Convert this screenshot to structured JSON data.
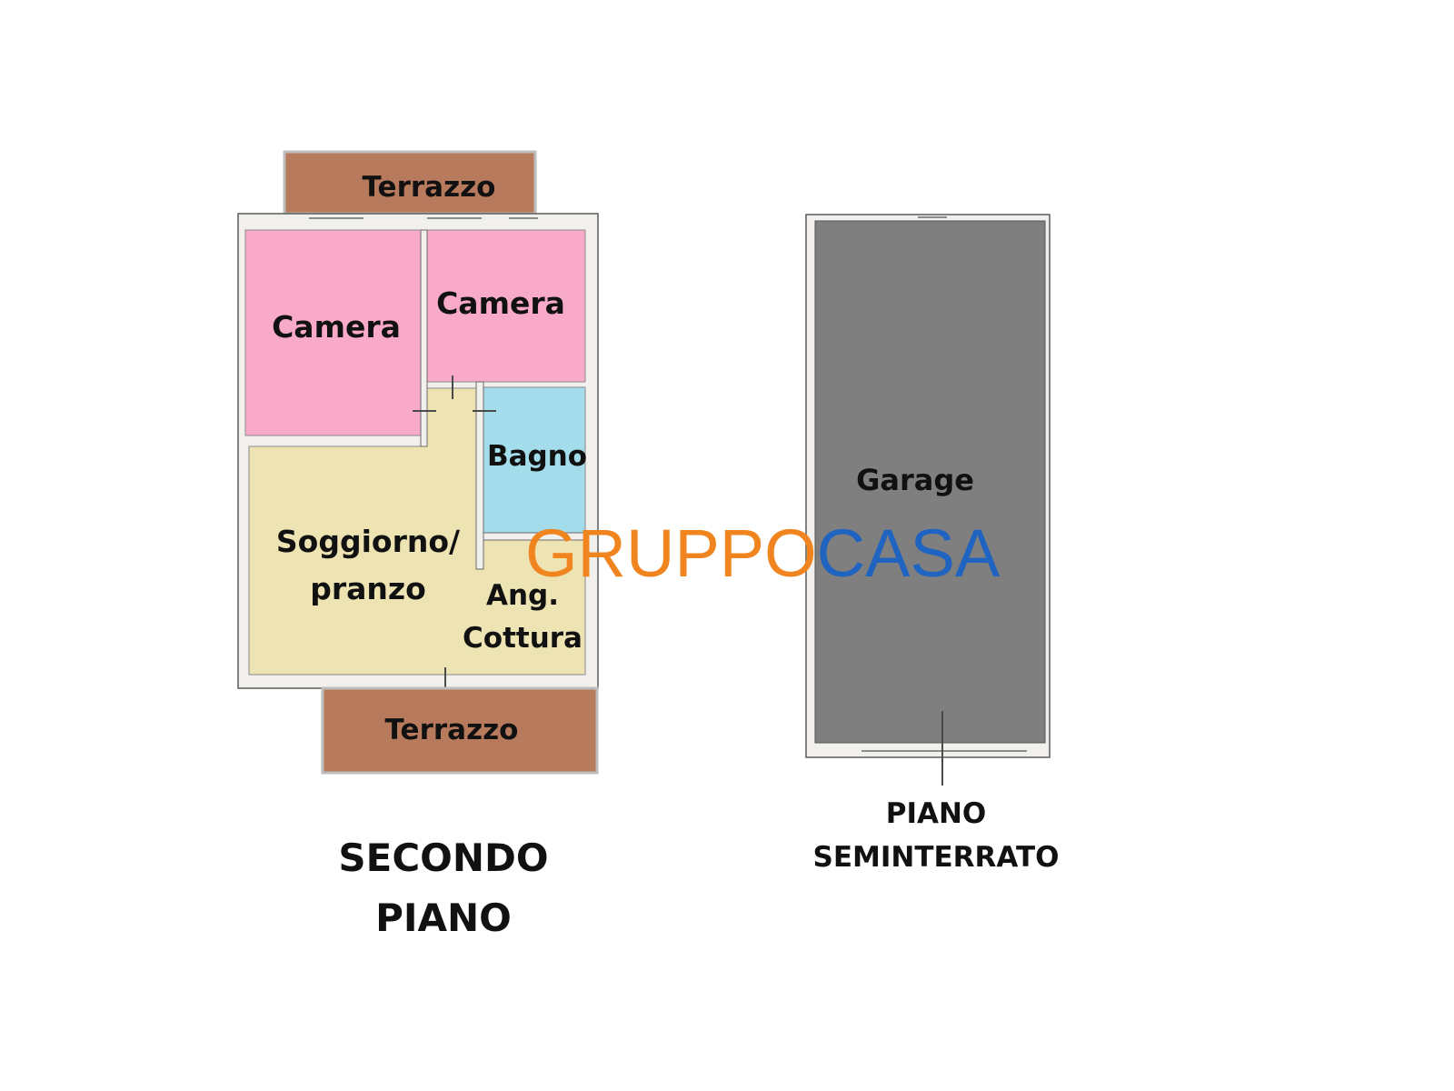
{
  "floors": {
    "second": {
      "title_line1": "SECONDO",
      "title_line2": "PIANO",
      "rooms": {
        "terrace_top": "Terrazzo",
        "bedroom_left": "Camera",
        "bedroom_right": "Camera",
        "bathroom": "Bagno",
        "living_line1": "Soggiorno/",
        "living_line2": "pranzo",
        "kitchen_line1": "Ang.",
        "kitchen_line2": "Cottura",
        "terrace_bottom": "Terrazzo"
      }
    },
    "basement": {
      "title_line1": "PIANO",
      "title_line2": "SEMINTERRATO",
      "rooms": {
        "garage": "Garage"
      }
    }
  },
  "watermark": {
    "part1": "GRUPPO",
    "part2": "CASA"
  },
  "colors": {
    "bedroom": "#f9aac9",
    "bathroom": "#a3dcea",
    "living": "#eee4b3",
    "terrace": "#b87a5d",
    "garage": "#7f7f7f",
    "watermark_part1": "#f0841e",
    "watermark_part2": "#1f64c1"
  }
}
